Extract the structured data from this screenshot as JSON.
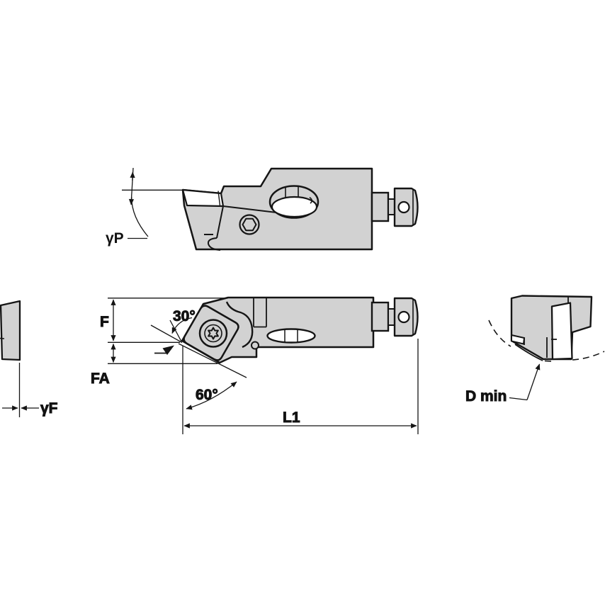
{
  "drawing": {
    "background": "#ffffff",
    "body_fill": "#d2d2d2",
    "hole_fill": "#ffffff",
    "line_color": "#151515",
    "labels": {
      "gamma_p": "γP",
      "f": "F",
      "fa": "FA",
      "angle_30": "30°",
      "angle_60": "60°",
      "l1": "L1",
      "gamma_f": "γF",
      "d_min": "D min"
    }
  }
}
